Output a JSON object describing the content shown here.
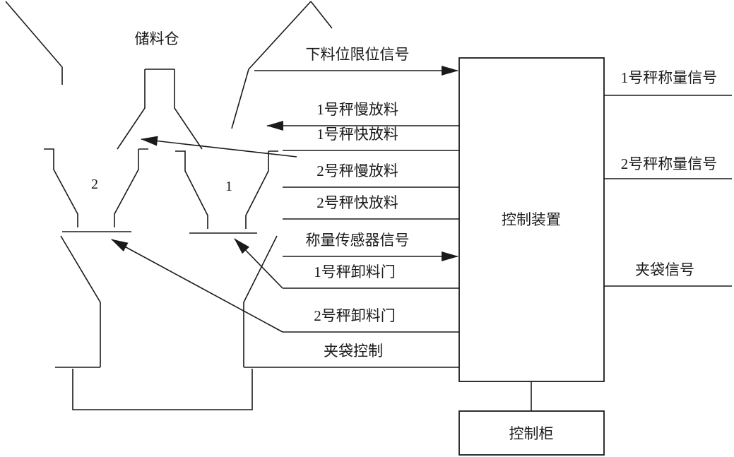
{
  "diagram": {
    "machine": {
      "storage_bin_label": "储料仓",
      "hopper_2_label": "2",
      "hopper_1_label": "1"
    },
    "controller": {
      "label": "控制装置"
    },
    "cabinet": {
      "label": "控制柜"
    },
    "left_signals": [
      {
        "label": "下料位限位信号",
        "arrow": "into-controller"
      },
      {
        "label": "1号秤慢放料",
        "arrow": "toward-machine"
      },
      {
        "label": "1号秤快放料",
        "arrow": "toward-machine-diagonal"
      },
      {
        "label": "2号秤慢放料",
        "arrow": "none"
      },
      {
        "label": "2号秤快放料",
        "arrow": "none"
      },
      {
        "label": "称量传感器信号",
        "arrow": "into-controller"
      },
      {
        "label": "1号秤卸料门",
        "arrow": "toward-machine-diagonal"
      },
      {
        "label": "2号秤卸料门",
        "arrow": "toward-machine-diagonal"
      },
      {
        "label": "夹袋控制",
        "arrow": "none"
      }
    ],
    "right_signals": [
      {
        "label": "1号秤称量信号"
      },
      {
        "label": "2号秤称量信号"
      },
      {
        "label": "夹袋信号"
      }
    ],
    "colors": {
      "line": "#1a1a1a",
      "background": "#ffffff"
    }
  }
}
